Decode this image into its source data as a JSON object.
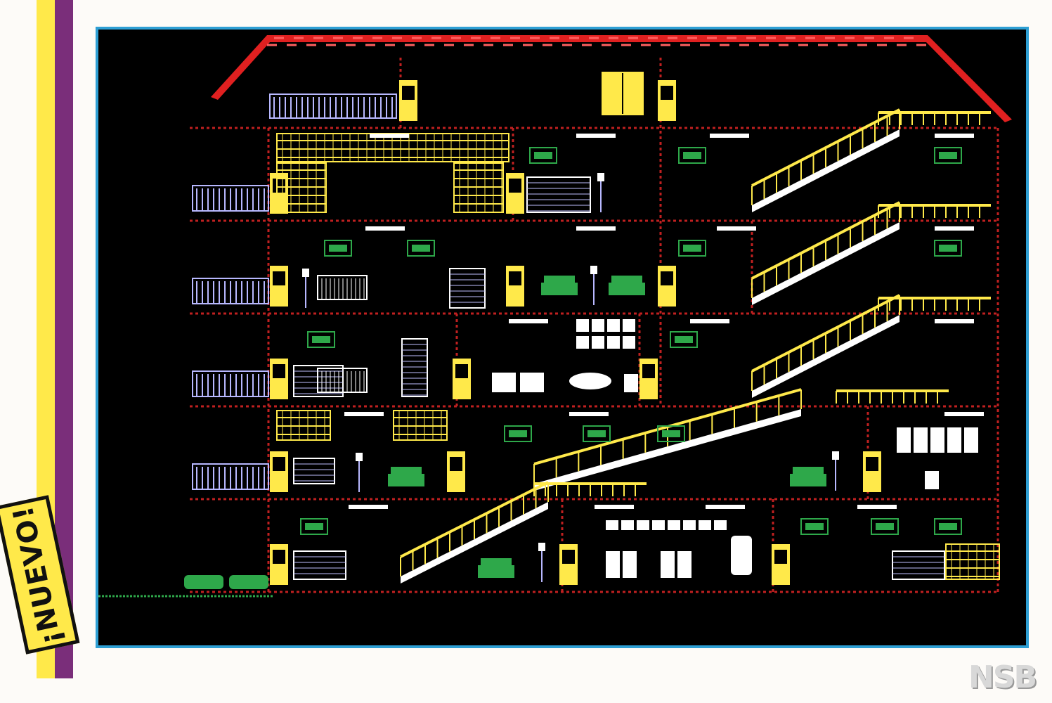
{
  "badge": {
    "label": "¡NUEVO!"
  },
  "logo": {
    "label": "NSB"
  },
  "colors": {
    "frame_border": "#2e9fd4",
    "screen_bg": "#000000",
    "roof": "#e02020",
    "wall_dotted": "#c02020",
    "furniture": "#ffe94a",
    "plant": "#2ea84a",
    "white_items": "#ffffff",
    "rail": "#b8b8ff",
    "stripe_yellow": "#ffe94a",
    "stripe_purple": "#7a2e7a"
  },
  "icons": [
    "house-cross-section",
    "staircase-icon",
    "door-icon",
    "sofa-icon",
    "lamp-icon",
    "picture-frame-icon",
    "bed-icon",
    "bathtub-icon",
    "toilet-icon",
    "fridge-icon",
    "cabinet-icon",
    "bookshelf-icon",
    "hedge-icon"
  ]
}
